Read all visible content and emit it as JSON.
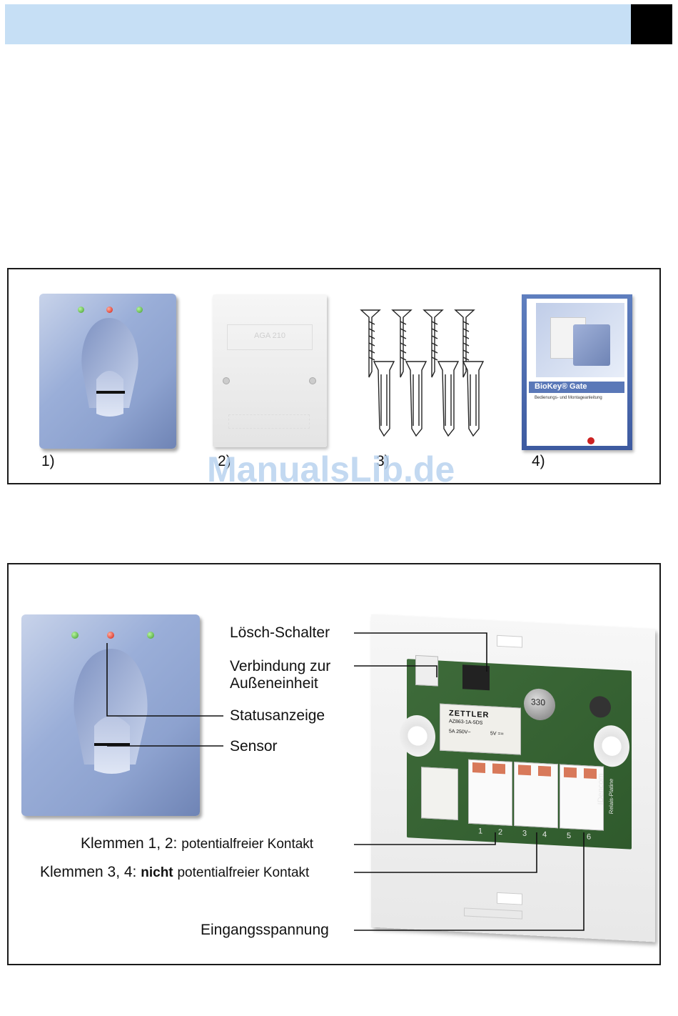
{
  "header": {
    "bar_color": "#c6dff5",
    "block_color": "#000000"
  },
  "contents": {
    "items": [
      {
        "label": "1)",
        "icon": "fingerprint-sensor-unit"
      },
      {
        "label": "2)",
        "icon": "relay-housing"
      },
      {
        "label": "3)",
        "icon": "screws-and-dowels"
      },
      {
        "label": "4)",
        "icon": "manual-booklet"
      }
    ],
    "housing_label": "AGA 210",
    "manual_title": "BioKey® Gate",
    "manual_subtitle": "Bedienungs- und Montageanleitung"
  },
  "watermark": "ManualsLib.de",
  "diagram": {
    "callouts": {
      "loesch": "Lösch-Schalter",
      "verbindung_1": "Verbindung zur",
      "verbindung_2": "Außeneinheit",
      "status": "Statusanzeige",
      "sensor": "Sensor",
      "klemmen12_a": "Klemmen 1, 2:",
      "klemmen12_b": "potentialfreier Kontakt",
      "klemmen34_a": "Klemmen 3, 4:",
      "klemmen34_b": "nicht",
      "klemmen34_c": "potentialfreier Kontakt",
      "eingang": "Eingangsspannung"
    },
    "board": {
      "relay1": "ZETTLER",
      "relay1_code": "AZ863-1A-5DS",
      "relay1_spec1": "5A 250V~",
      "relay1_spec2": "5V ==",
      "cap": "330",
      "terminal_numbers": [
        "1",
        "2",
        "3",
        "4",
        "5",
        "6"
      ],
      "pcb_brand": "IDencom",
      "pcb_text": "Relais-Platine"
    }
  }
}
